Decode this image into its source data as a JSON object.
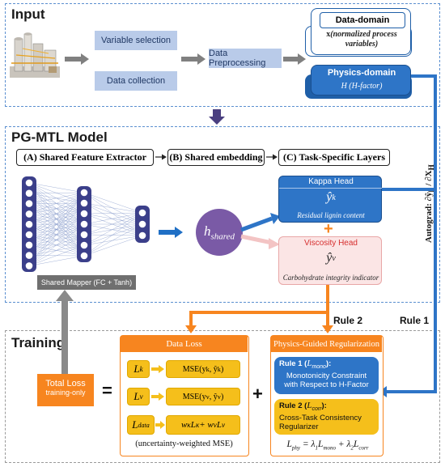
{
  "input": {
    "title": "Input",
    "variable_selection": "Variable selection",
    "data_collection": "Data collection",
    "data_preprocessing": "Data Preprocessing",
    "data_domain_title": "Data-domain",
    "data_domain_desc_x": "x",
    "data_domain_desc": "(normalized process variables)",
    "physics_domain_title": "Physics-domain",
    "physics_domain_desc": "H (H-factor)"
  },
  "model": {
    "title": "PG-MTL Model",
    "stage_a": "(A) Shared Feature Extractor",
    "stage_b": "(B) Shared embedding",
    "stage_c": "(C) Task-Specific Layers",
    "shared_mapper": "Shared Mapper (FC + Tanh)",
    "h_shared": "h",
    "h_shared_sub": "shared",
    "kappa_head": "Kappa Head",
    "kappa_y": "ŷ",
    "kappa_sub": "k",
    "kappa_desc": "Residual lignin content",
    "plus": "+",
    "viscosity_head": "Viscosity Head",
    "visc_y": "ŷ",
    "visc_sub": "v",
    "visc_desc": "Carbohydrate integrity indicator",
    "autograd": "Autograd: ∂ŷ",
    "autograd_k": "k",
    "autograd_mid": " / ∂X",
    "autograd_h": "H"
  },
  "training": {
    "title": "Training",
    "rule2_label": "Rule 2",
    "rule1_label": "Rule 1",
    "total_loss": "Total Loss",
    "total_loss_sub": "training-only",
    "equals": "=",
    "plus": "+",
    "data_loss_title": "Data Loss",
    "l_k": "L",
    "l_k_sub": "k",
    "l_v": "L",
    "l_v_sub": "v",
    "l_data": "L",
    "l_data_sub": "data",
    "mse_k": "MSE(y",
    "mse_k_sub1": "k",
    "mse_k_mid": " , ŷ",
    "mse_k_sub2": "k",
    "mse_close": ")",
    "mse_v": "MSE(y",
    "mse_v_sub1": "v",
    "mse_v_mid": " , ŷ",
    "mse_v_sub2": "v",
    "weighted_a": "w",
    "weighted_a_sub": "κ",
    "weighted_b": "L",
    "weighted_b_sub": "κ",
    "weighted_plus": " + w",
    "weighted_c_sub": "v",
    "weighted_d": "L",
    "weighted_d_sub": "v",
    "data_loss_note": "(uncertainty-weighted MSE)",
    "pg_title": "Physics-Guided Regularization",
    "rule1_title": "Rule 1 (",
    "rule1_L": "L",
    "rule1_L_sub": "mono",
    "rule1_close": "):",
    "rule1_desc": "Monotonicity Constraint with Respect to H-Factor",
    "rule2_title": "Rule 2 (",
    "rule2_L": "L",
    "rule2_L_sub": "corr",
    "rule2_close": "):",
    "rule2_desc": "Cross-Task Consistency Regularizer",
    "lphy": "L",
    "lphy_sub": "phy",
    "lphy_eq": " = λ",
    "lphy_1": "1",
    "lphy_mono": "L",
    "lphy_mono_sub": "mono",
    "lphy_plus": " + λ",
    "lphy_2": "2",
    "lphy_corr": "L",
    "lphy_corr_sub": "corr"
  },
  "colors": {
    "blue_dark": "#1f5fa8",
    "orange": "#f7851f",
    "yellow": "#f5bf1b",
    "purple": "#6f4e9e",
    "gray": "#8a8a8a"
  }
}
